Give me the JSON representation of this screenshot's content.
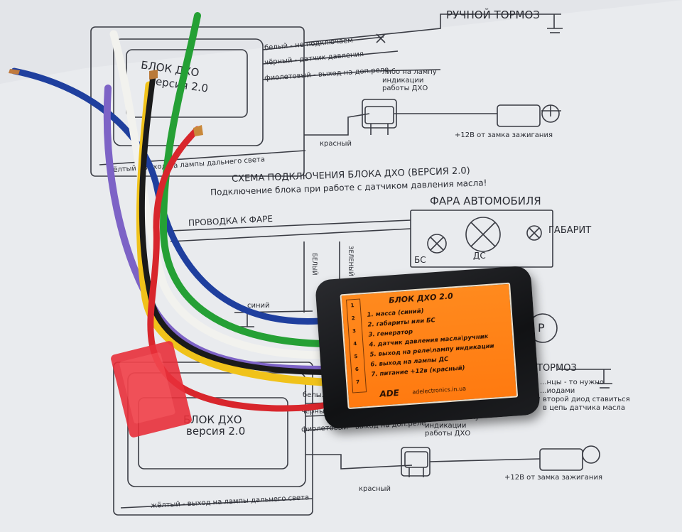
{
  "diagram": {
    "top_block_title": "БЛОК ДХО",
    "top_block_version": "версия 2.0",
    "handbrake_label": "РУЧНОЙ ТОРМОЗ",
    "wire_white_top": "белый - не подключаем",
    "wire_black_top": "чёрный - датчик давления",
    "wire_violet_top": "фиолетовый - выход на доп.реле",
    "indication_top": "либо на лампу индикации работы ДХО",
    "red_label_top": "красный",
    "ignition_top": "+12В от замка зажигания",
    "yellow_label_top": "жёлтый - выход на лампы дальнего света",
    "scheme_title": "СХЕМА ПОДКЛЮЧЕНИЯ БЛОКА ДХО (ВЕРСИЯ 2.0)",
    "scheme_subtitle": "Подключение блока при работе с датчиком давления масла!",
    "headlight_title": "ФАРА АВТОМОБИЛЯ",
    "headlight_wiring": "ПРОВОДКА К ФАРЕ",
    "lamp_bs": "БС",
    "lamp_ds": "ДС",
    "lamp_gabarit": "ГАБАРИТ",
    "vertical_green": "ЗЕЛЕНЫЙ",
    "vertical_white": "БЕЛЫЙ",
    "blue_label": "синий",
    "p_symbol": "Р",
    "brake_label": "ТОРМОЗ",
    "note_lines": [
      "...нцы - то нужно",
      "...иодами",
      "второй диод ставиться",
      "в цепь датчика масла"
    ],
    "bottom_block_title": "БЛОК ДХО",
    "bottom_block_version": "версия 2.0",
    "wire_white_bottom": "белы...",
    "wire_black_bottom": "черный...",
    "wire_violet_bottom": "фиолетовый - выход на доп.реле",
    "indication_bottom": "либо на лампу индикации работы ДХО",
    "red_label_bottom": "красный",
    "ignition_bottom": "+12В от замка зажигания",
    "yellow_label_bottom": "жёлтый - выход на лампы дальнего света"
  },
  "module": {
    "title": "БЛОК ДХО   2.0",
    "pin_numbers": [
      "1",
      "2",
      "3",
      "4",
      "5",
      "6",
      "7"
    ],
    "pins": [
      "1. масса (синий)",
      "2. габариты или БС",
      "3. генератор",
      "4. датчик давления масла\\ручник",
      "5. выход на реле\\лампу индикации",
      "6. выход на лампы ДС",
      "7. питание +12в (красный)"
    ],
    "brand": "ADE",
    "website": "adelectronics.in.ua"
  },
  "colors": {
    "wire_blue": "#1f3f9e",
    "wire_green": "#25a035",
    "wire_white": "#f2f2ee",
    "wire_violet": "#7d63c6",
    "wire_yellow": "#f0c21a",
    "wire_black": "#1a1a1a",
    "wire_red": "#d8262c",
    "label_orange": "#ff8a1e",
    "fuse_red": "#e8303a"
  }
}
